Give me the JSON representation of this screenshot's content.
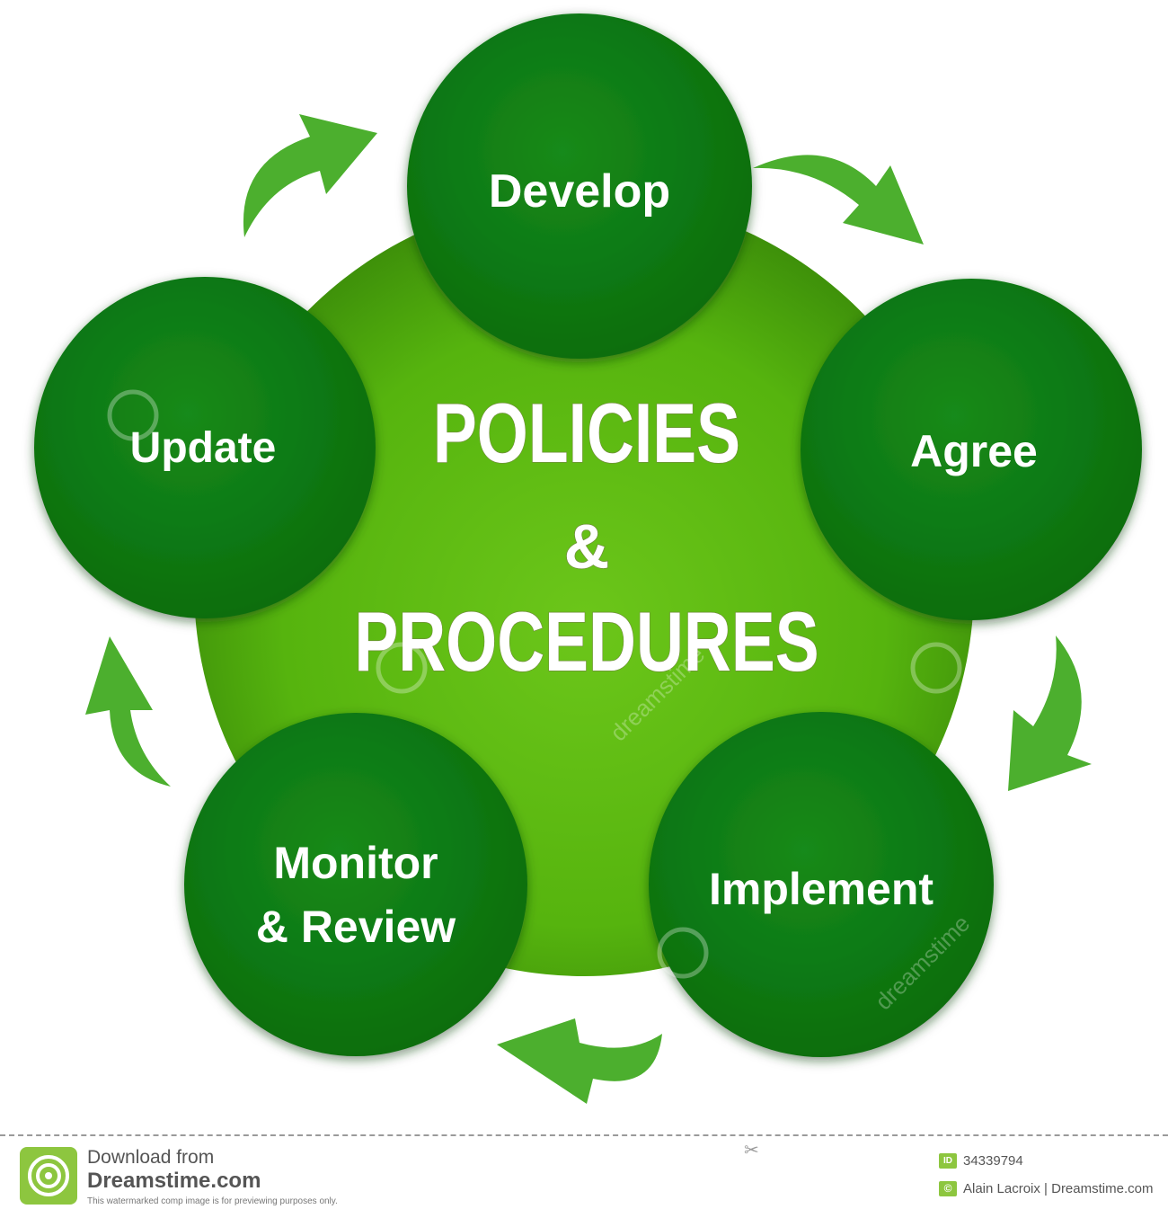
{
  "diagram": {
    "center": {
      "line1": "POLICIES",
      "line2": "&",
      "line3": "PROCEDURES"
    },
    "nodes": [
      {
        "id": "develop",
        "label": "Develop"
      },
      {
        "id": "agree",
        "label": "Agree"
      },
      {
        "id": "implement",
        "label": "Implement"
      },
      {
        "id": "monitor",
        "label_line1": "Monitor",
        "label_line2": "& Review"
      },
      {
        "id": "update",
        "label": "Update"
      }
    ],
    "colors": {
      "center_fill": "#5cb812",
      "center_fill_edge": "#3d8f0a",
      "node_fill": "#0d7d12",
      "node_fill_light": "#1c8f1f",
      "arrow_fill": "#4caf2e",
      "label_color": "#ffffff"
    },
    "watermark": "dreamstime"
  },
  "footer": {
    "download_line": "Download from",
    "brand": "Dreamstime.com",
    "note": "This watermarked comp image is for previewing purposes only.",
    "id_badge": "ID",
    "image_id": "34339794",
    "copyright_badge": "©",
    "credit": "Alain Lacroix | Dreamstime.com"
  }
}
